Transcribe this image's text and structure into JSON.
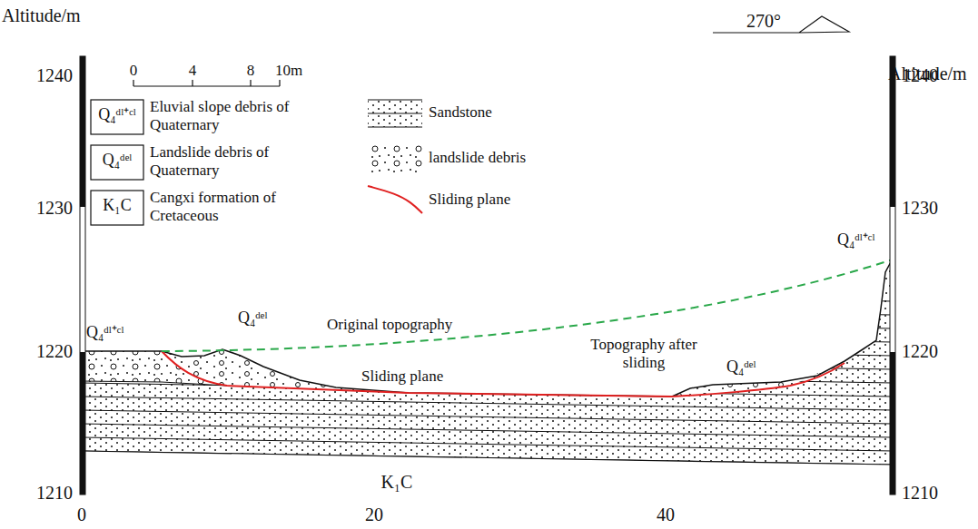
{
  "diagram": {
    "labels": [
      "Altitude/m",
      "Altitude/m",
      "1240",
      "1230",
      "1220",
      "1210",
      "1240",
      "1230",
      "1220",
      "1210",
      "0",
      "20",
      "40",
      "0",
      "4",
      "8",
      "10m",
      "270°",
      "Q₄ᵈˡ⁺ᶜˡ",
      "Q₄ᵈᵉˡ",
      "K₁C",
      "Q₄ᵈˡ⁺ᶜˡ",
      "Q₄ᵈᵉˡ",
      "Original topography",
      "Sliding plane",
      "Topography after sliding",
      "Q₄ᵈᵉˡ",
      "Q₄ᵈˡ⁺ᶜˡ",
      "K₁C"
    ],
    "legend": [
      {
        "text": "Eluvial slope debris of Quaternary"
      },
      {
        "text": "Landslide debris of Quaternary"
      },
      {
        "text": "Cangxi formation of Cretaceous"
      },
      {
        "text": "Sandstone"
      },
      {
        "text": "landslide debris"
      },
      {
        "text": "Sliding plane"
      }
    ]
  }
}
